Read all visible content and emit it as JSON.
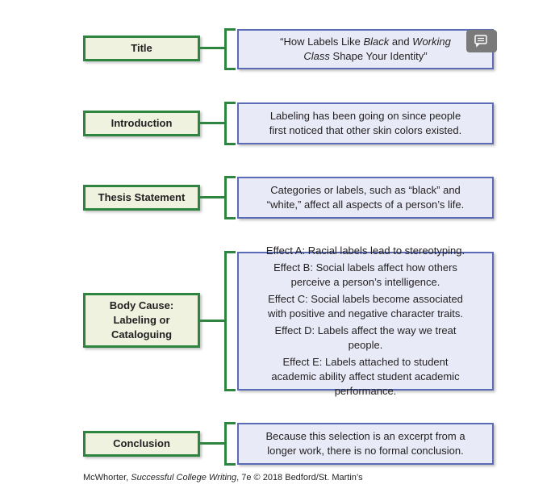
{
  "rows": [
    {
      "label": "Title",
      "content": [
        [
          {
            "text": "“How Labels Like ",
            "italic": false
          },
          {
            "text": "Black",
            "italic": true
          },
          {
            "text": " and ",
            "italic": false
          },
          {
            "text": "Working",
            "italic": true
          }
        ],
        [
          {
            "text": "Class",
            "italic": true
          },
          {
            "text": " Shape Your Identity”",
            "italic": false
          }
        ]
      ]
    },
    {
      "label": "Introduction",
      "content": [
        [
          {
            "text": "Labeling has been going on since people",
            "italic": false
          }
        ],
        [
          {
            "text": "first noticed that other skin colors existed.",
            "italic": false
          }
        ]
      ]
    },
    {
      "label": "Thesis Statement",
      "content": [
        [
          {
            "text": "Categories or labels, such as “black” and",
            "italic": false
          }
        ],
        [
          {
            "text": "“white,” affect all aspects of a person’s life.",
            "italic": false
          }
        ]
      ]
    },
    {
      "label": "Body Cause: Labeling or Cataloguing",
      "paragraphs": [
        "Effect A: Racial labels lead to stereotyping.",
        "Effect B: Social labels affect how others perceive a person’s intelligence.",
        "Effect C: Social labels become associated with positive and negative character traits.",
        "Effect D: Labels affect the way we treat people.",
        "Effect E: Labels attached to student academic ability affect student academic performance."
      ]
    },
    {
      "label": "Conclusion",
      "content": [
        [
          {
            "text": "Because this selection is an excerpt from a",
            "italic": false
          }
        ],
        [
          {
            "text": "longer work, there is no formal conclusion.",
            "italic": false
          }
        ]
      ]
    }
  ],
  "caption": [
    {
      "text": "McWhorter, ",
      "italic": false
    },
    {
      "text": "Successful College Writing",
      "italic": true
    },
    {
      "text": ", 7e © 2018 Bedford/St. Martin’s",
      "italic": false
    }
  ],
  "icons": {
    "badge": "chat-icon"
  },
  "colors": {
    "label_border": "#2e8540",
    "label_fill": "#eef2df",
    "content_border": "#5b6bb5",
    "content_fill": "#e8ebf7",
    "badge": "#7a7a7a"
  }
}
